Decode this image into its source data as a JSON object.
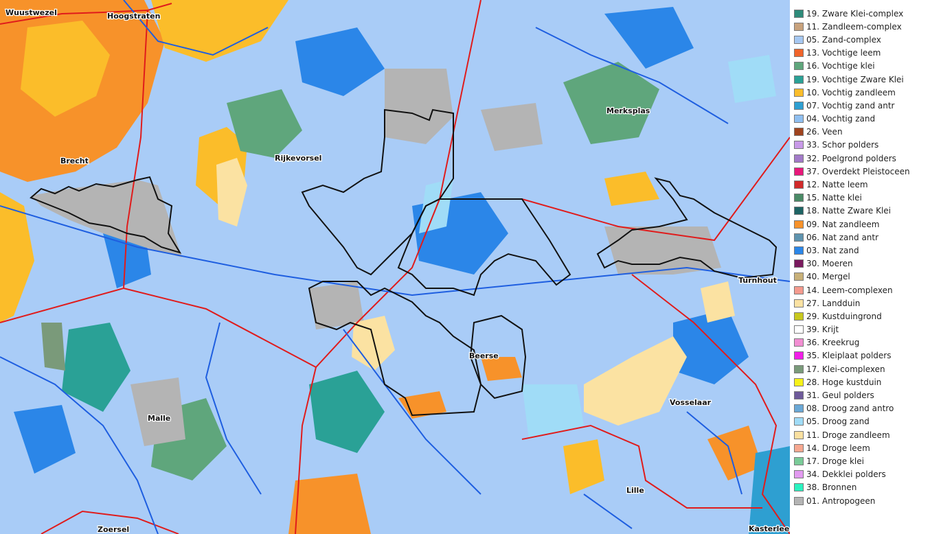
{
  "map": {
    "places": [
      {
        "name": "Wuustwezel"
      },
      {
        "name": "Hoogstraten"
      },
      {
        "name": "Merksplas"
      },
      {
        "name": "Brecht"
      },
      {
        "name": "Rijkevorsel"
      },
      {
        "name": "Turnhout"
      },
      {
        "name": "Beerse"
      },
      {
        "name": "Vosselaar"
      },
      {
        "name": "Malle"
      },
      {
        "name": "Lille"
      },
      {
        "name": "Zoersel"
      },
      {
        "name": "Kasterlee"
      }
    ]
  },
  "legend": {
    "items": [
      {
        "label": "19. Zware Klei-complex",
        "color": "#2e8b7a"
      },
      {
        "label": "11. Zandleem-complex",
        "color": "#c8a27c"
      },
      {
        "label": "05. Zand-complex",
        "color": "#a6c8f2"
      },
      {
        "label": "13. Vochtige leem",
        "color": "#f0642a"
      },
      {
        "label": "16. Vochtige klei",
        "color": "#5fa67c"
      },
      {
        "label": "19. Vochtige Zware Klei",
        "color": "#2aa196"
      },
      {
        "label": "10. Vochtig zandleem",
        "color": "#fbbd2a"
      },
      {
        "label": "07. Vochtig zand antr",
        "color": "#2e9fd1"
      },
      {
        "label": "04. Vochtig zand",
        "color": "#8fbff0"
      },
      {
        "label": "26. Veen",
        "color": "#a0441e"
      },
      {
        "label": "33. Schor polders",
        "color": "#c89ae8"
      },
      {
        "label": "32. Poelgrond polders",
        "color": "#a27ac8"
      },
      {
        "label": "37. Overdekt Pleistoceen",
        "color": "#e8187a"
      },
      {
        "label": "12. Natte leem",
        "color": "#d12a2a"
      },
      {
        "label": "15. Natte klei",
        "color": "#4a8a66"
      },
      {
        "label": "18. Natte Zware Klei",
        "color": "#1e6464"
      },
      {
        "label": "09. Nat zandleem",
        "color": "#f7922a"
      },
      {
        "label": "06. Nat zand antr",
        "color": "#5e93ae"
      },
      {
        "label": "03. Nat zand",
        "color": "#2b86e8"
      },
      {
        "label": "30. Moeren",
        "color": "#7a1a5e"
      },
      {
        "label": "40. Mergel",
        "color": "#c8b078"
      },
      {
        "label": "14. Leem-complexen",
        "color": "#f59a8e"
      },
      {
        "label": "27. Landduin",
        "color": "#fbe2a2"
      },
      {
        "label": "29. Kustduingrond",
        "color": "#c8c81e"
      },
      {
        "label": "39. Krijt",
        "color": "#ffffff"
      },
      {
        "label": "36. Kreekrug",
        "color": "#f28ed2"
      },
      {
        "label": "35. Kleiplaat polders",
        "color": "#f21ee8"
      },
      {
        "label": "17. Klei-complexen",
        "color": "#7a9a7a"
      },
      {
        "label": "28. Hoge kustduin",
        "color": "#f7f218"
      },
      {
        "label": "31. Geul polders",
        "color": "#6e5a9a"
      },
      {
        "label": "08. Droog zand antro",
        "color": "#6aa8d6"
      },
      {
        "label": "05. Droog zand",
        "color": "#a0dcf7"
      },
      {
        "label": "11. Droge zandleem",
        "color": "#fbe0a0"
      },
      {
        "label": "14. Droge leem",
        "color": "#f7a890"
      },
      {
        "label": "17. Droge klei",
        "color": "#7acb98"
      },
      {
        "label": "34. Dekklei polders",
        "color": "#e29af0"
      },
      {
        "label": "38. Bronnen",
        "color": "#2af2c0"
      },
      {
        "label": "01. Antropogeen",
        "color": "#b4b4b4"
      }
    ]
  }
}
